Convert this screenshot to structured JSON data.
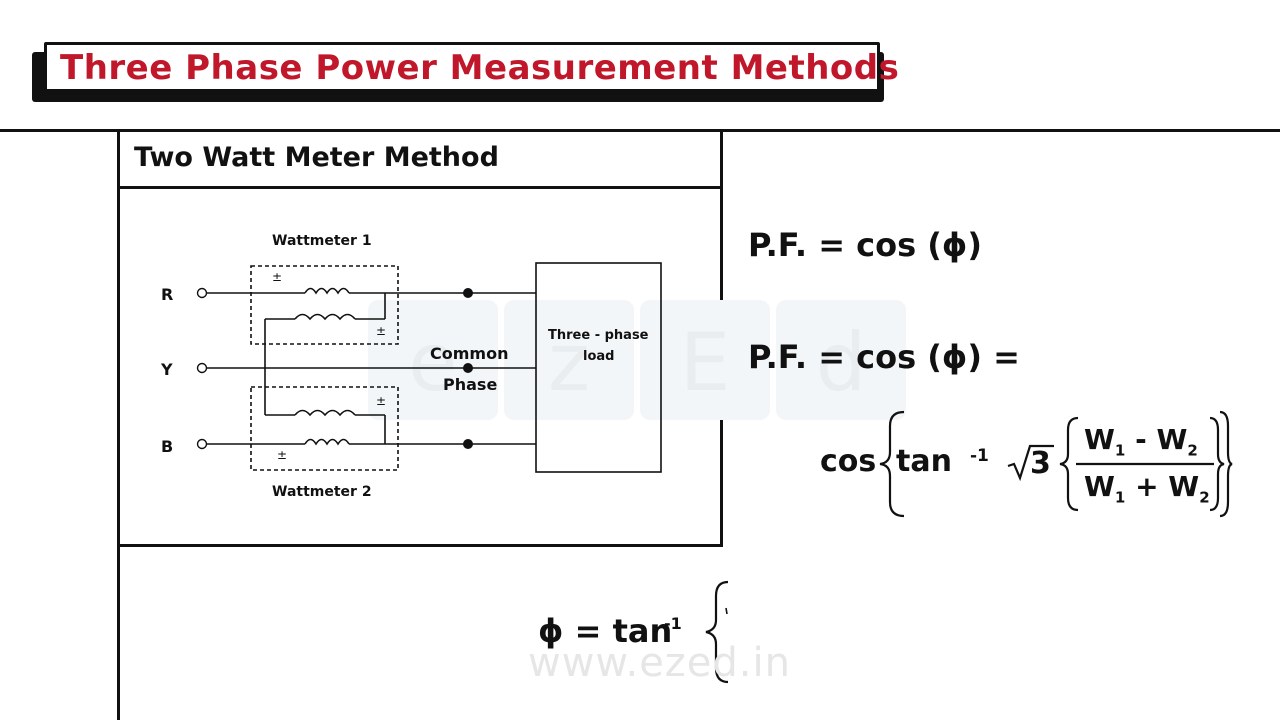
{
  "header": {
    "title": "Three Phase Power Measurement Methods"
  },
  "section": {
    "title": "Two Watt Meter Method"
  },
  "diagram": {
    "wattmeter1_label": "Wattmeter 1",
    "wattmeter2_label": "Wattmeter 2",
    "phase_r": "R",
    "phase_y": "Y",
    "phase_b": "B",
    "common_label_1": "Common",
    "common_label_2": "Phase",
    "load_label_1": "Three - phase",
    "load_label_2": "load",
    "pm_sign": "±"
  },
  "formulas": {
    "pf1": "P.F. = cos (ϕ)",
    "pf2": "P.F. = cos (ϕ) =",
    "cos": "cos",
    "tan": "tan",
    "inv": "-1",
    "sqrt3": "3",
    "w1": "W",
    "w2": "W",
    "sub1": "1",
    "sub2": "2",
    "minus": "-",
    "plus": "+",
    "phi_eq": "ϕ = tan",
    "phi_inv": "-1"
  },
  "watermark": {
    "text": "www.ezed.in",
    "logo_letters": [
      "e",
      "z",
      "E",
      "d"
    ]
  },
  "colors": {
    "title": "#c0182a",
    "ink": "#111111",
    "watermark": "#e6e6e6"
  }
}
